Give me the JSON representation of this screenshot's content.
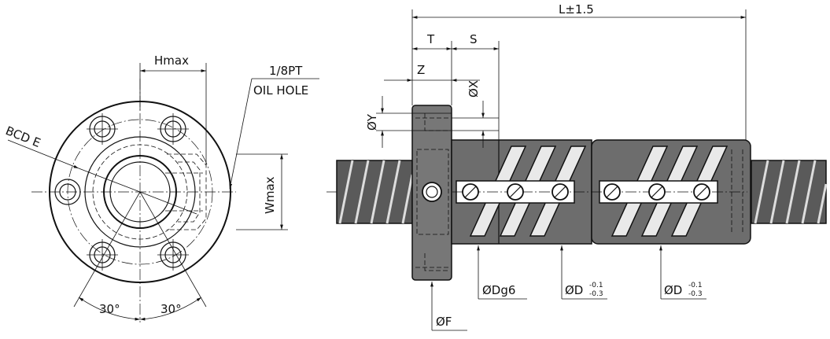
{
  "labels": {
    "hmax": "Hmax",
    "oil_hole_size": "1/8PT",
    "oil_hole": "OIL HOLE",
    "bcd": "BCD E",
    "wmax": "Wmax",
    "angle_left": "30°",
    "angle_right": "30°",
    "length": "L±1.5",
    "t": "T",
    "s": "S",
    "z": "Z",
    "x_dia": "ØX",
    "y_dia": "ØY",
    "f_dia": "ØF",
    "dg6": "ØDg6",
    "d1_main": "ØD",
    "d1_upper": "-0.1",
    "d1_lower": "-0.3",
    "d2_main": "ØD",
    "d2_upper": "-0.1",
    "d2_lower": "-0.3"
  }
}
